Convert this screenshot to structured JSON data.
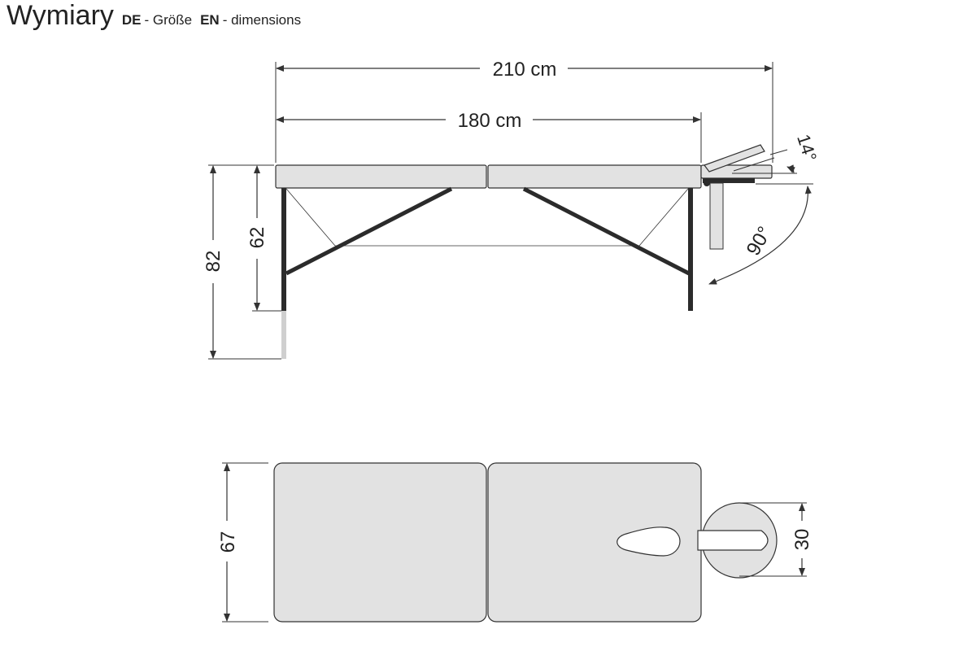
{
  "header": {
    "title": "Wymiary",
    "langs": [
      {
        "code": "DE",
        "text": "- Größe"
      },
      {
        "code": "EN",
        "text": "- dimensions"
      }
    ]
  },
  "side_view": {
    "total_length": "210 cm",
    "bed_length": "180 cm",
    "total_height": "82",
    "frame_height": "62",
    "headrest_tilt": "14°",
    "headrest_angle": "90°"
  },
  "top_view": {
    "width": "67",
    "headrest_width": "30"
  },
  "colors": {
    "cushion": "#e2e2e2",
    "outline": "#333333",
    "leg": "#2b2b2b",
    "dim_line": "#333333",
    "leg_extension": "#cfcfcf"
  }
}
